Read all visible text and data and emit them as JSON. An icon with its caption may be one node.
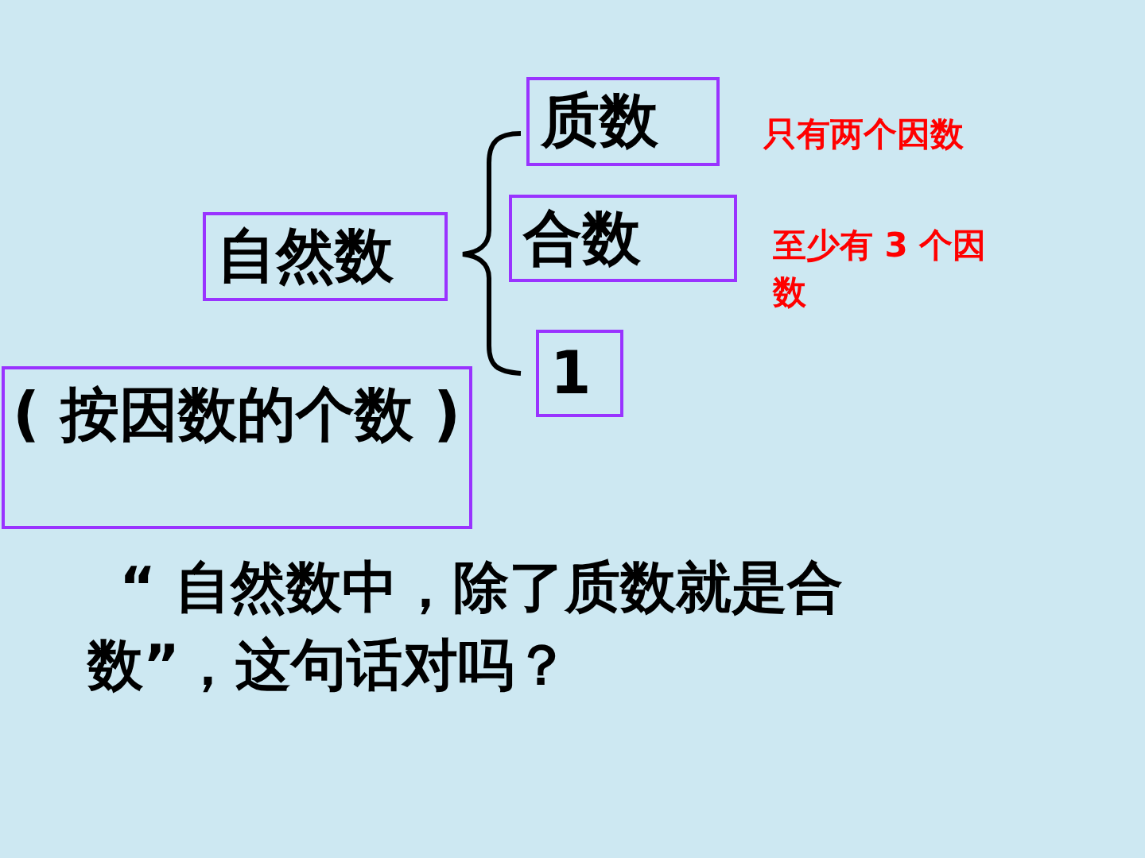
{
  "diagram": {
    "nodes": [
      {
        "text": [
          "自然数"
        ]
      },
      {
        "text": [
          "质数"
        ],
        "beside": [
          "只有两个因数"
        ]
      },
      {
        "text": [
          "合数"
        ],
        "beside": [
          "至少有 3 个因数"
        ]
      },
      {
        "text": [
          "1"
        ]
      },
      {
        "text": [
          "( 按因数的个数 )"
        ]
      }
    ],
    "labels": [
      "“ 自然数中，除了质数就是合数”，这句话对吗？"
    ]
  }
}
